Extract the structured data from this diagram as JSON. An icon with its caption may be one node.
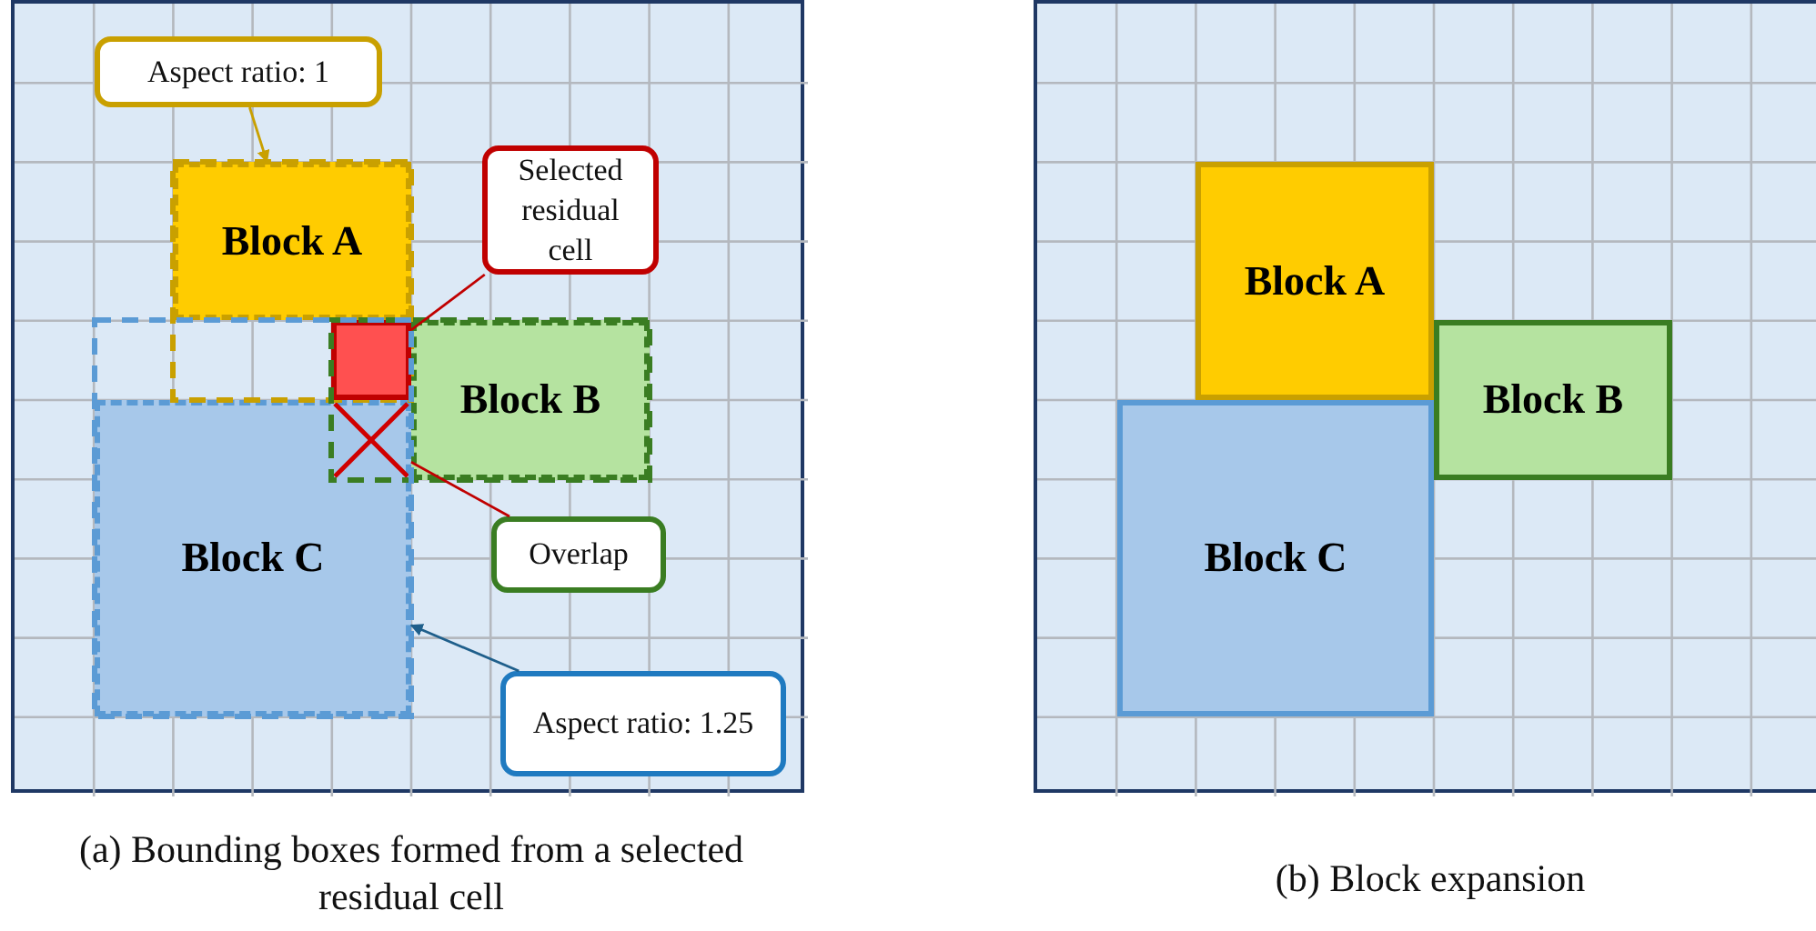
{
  "diagram": {
    "nodes": [
      {
        "text": [
          "(a) Bounding boxes formed from a selected residual cell"
        ]
      },
      {
        "text": [
          "Aspect ratio: 1"
        ],
        "in": 0
      },
      {
        "text": [
          "Block A"
        ],
        "in": 0
      },
      {
        "text": [
          "Selected residual cell"
        ],
        "in": 0
      },
      {
        "text": [],
        "shape": "box",
        "in": 0
      },
      {
        "text": [
          "Block B"
        ],
        "in": 0
      },
      {
        "text": [],
        "shape": "box",
        "in": 8
      },
      {
        "text": [
          "Overlap"
        ],
        "in": 0
      },
      {
        "text": [
          "Block C"
        ],
        "in": 0
      },
      {
        "text": [
          "Aspect ratio: 1.25"
        ],
        "in": 0
      },
      {
        "text": [
          "(b) Block expansion"
        ]
      },
      {
        "text": [
          "Block A"
        ],
        "in": 10
      },
      {
        "text": [
          "Block B"
        ],
        "in": 10
      },
      {
        "text": [
          "Block C"
        ],
        "in": 10
      }
    ],
    "edges": [
      {
        "from": 1,
        "to": 2,
        "arrow": "to",
        "color": "#c9a000"
      },
      {
        "from": 3,
        "to": 4,
        "arrow": "none",
        "color": "#c00000"
      },
      {
        "from": 7,
        "to": 6,
        "arrow": "none",
        "color": "#c00000"
      },
      {
        "from": 9,
        "to": 8,
        "arrow": "to",
        "color": "#1f5f8b"
      }
    ]
  }
}
